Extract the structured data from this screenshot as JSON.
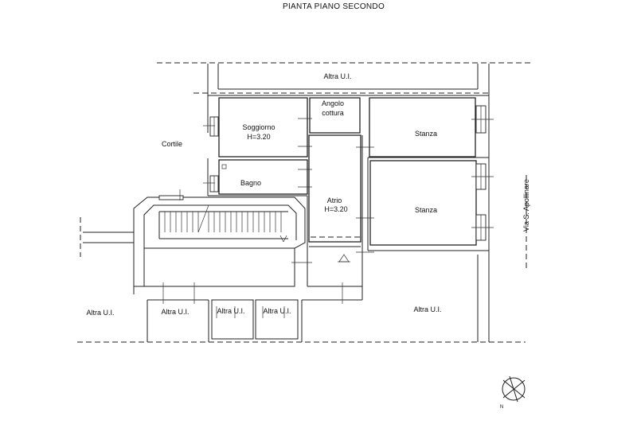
{
  "title": "PIANTA PIANO SECONDO",
  "labels": {
    "altra_top": "Altra U.I.",
    "soggiorno": "Soggiorno",
    "soggiorno_h": "H=3.20",
    "angolo": "Angolo",
    "cottura": "cottura",
    "stanza_top": "Stanza",
    "stanza_mid": "Stanza",
    "cortile": "Cortile",
    "bagno": "Bagno",
    "atrio": "Atrio",
    "atrio_h": "H=3.20",
    "street": "Via S. Apollinare",
    "altra_left": "Altra U.I.",
    "altra_b1": "Altra U.I.",
    "altra_b2": "Altra U.I.",
    "altra_b3": "Altra U.I.",
    "altra_right": "Altra U.I.",
    "north": "N"
  }
}
